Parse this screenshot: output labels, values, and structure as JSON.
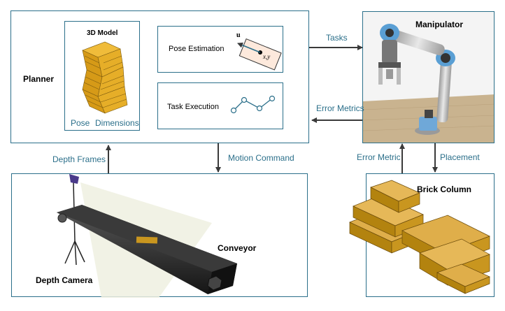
{
  "planner": {
    "title": "Planner",
    "model_panel": {
      "title": "3D Model",
      "pose_label": "Pose",
      "dimensions_label": "Dimensions"
    },
    "pose_estimation": {
      "title": "Pose Estimation",
      "vector_label": "u",
      "point_label": "x,y"
    },
    "task_execution": {
      "title": "Task Execution"
    }
  },
  "manipulator": {
    "title": "Manipulator"
  },
  "conveyor": {
    "title": "Conveyor",
    "camera_label": "Depth Camera"
  },
  "brick_column": {
    "title": "Brick Column"
  },
  "arrows": {
    "tasks": "Tasks",
    "error_metrics": "Error Metrics",
    "depth_frames": "Depth Frames",
    "motion_command": "Motion Command",
    "error_metric": "Error Metric",
    "placement": "Placement"
  },
  "colors": {
    "border": "#2b6f8a",
    "arrow": "#3a3a3a",
    "brick": "#c9961f",
    "model": "#e3a81c",
    "robot_blue": "#5a9fd4",
    "floor": "#c9b38f"
  }
}
